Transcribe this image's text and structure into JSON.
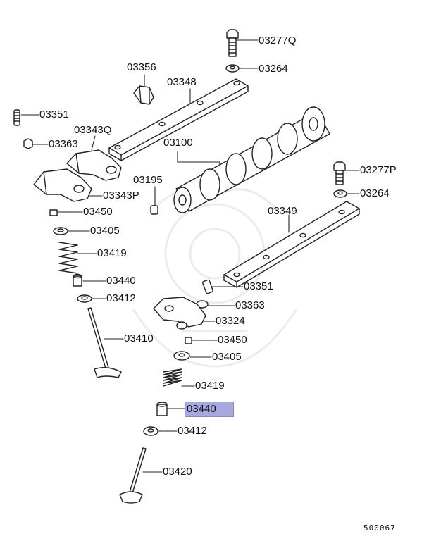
{
  "labels": {
    "l03277q": "03277Q",
    "l03264a": "03264",
    "l03356": "03356",
    "l03348": "03348",
    "l03351a": "03351",
    "l03343q": "03343Q",
    "l03363a": "03363",
    "l03100": "03100",
    "l03195": "03195",
    "l03277p": "03277P",
    "l03343p": "03343P",
    "l03264b": "03264",
    "l03450a": "03450",
    "l03349": "03349",
    "l03405a": "03405",
    "l03419a": "03419",
    "l03440a": "03440",
    "l03412a": "03412",
    "l03351b": "03351",
    "l03363b": "03363",
    "l03324": "03324",
    "l03410": "03410",
    "l03450b": "03450",
    "l03405b": "03405",
    "l03419b": "03419",
    "l03440b": "03440",
    "l03412b": "03412",
    "l03420": "03420"
  },
  "diagram_code": "500067",
  "highlight_color": "#a8a8df"
}
